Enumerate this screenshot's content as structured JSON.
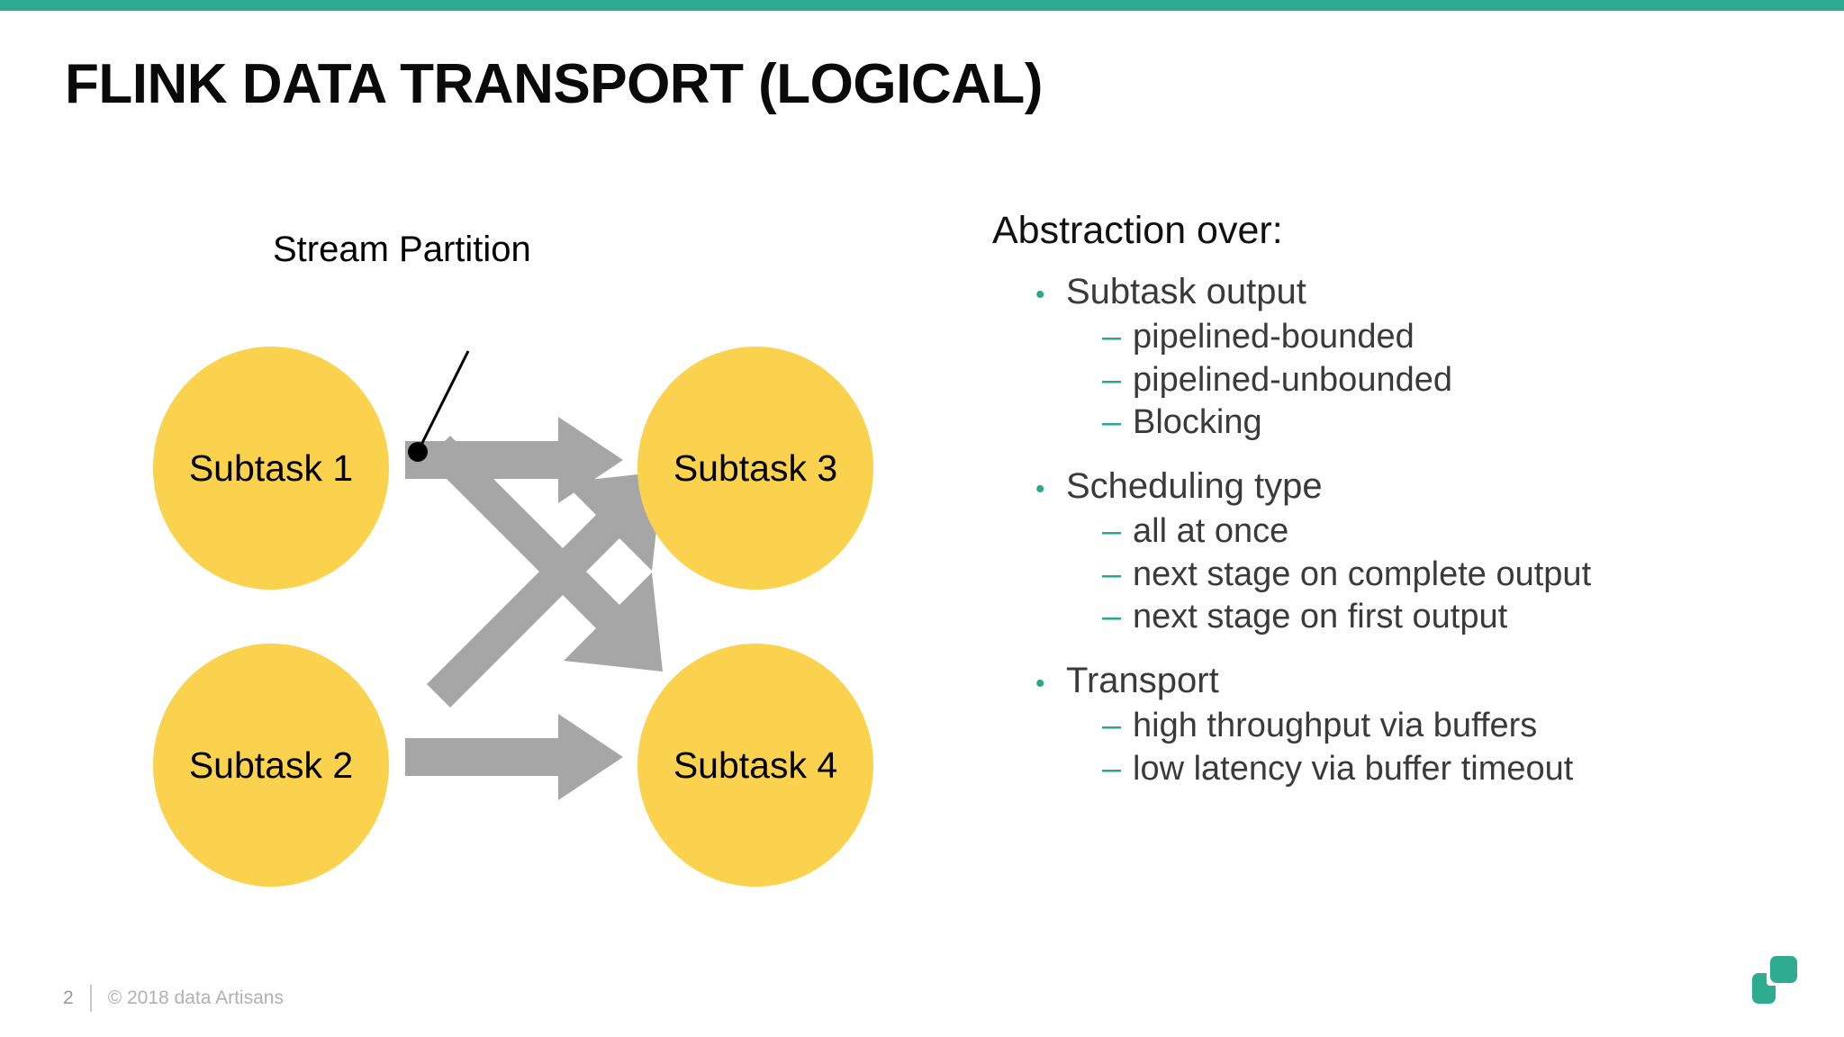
{
  "theme": {
    "accent_green": "#2fab90",
    "bullet_green": "#2ba888",
    "node_yellow": "#fbd24e",
    "arrow_gray": "#a6a6a6",
    "title_color": "#0a0a0a",
    "body_text_color": "#3a3a3a",
    "footer_color": "#b0b0b0",
    "background": "#ffffff"
  },
  "title": "FLINK DATA TRANSPORT (LOGICAL)",
  "diagram": {
    "callout_label": "Stream Partition",
    "nodes": [
      {
        "id": "subtask-1",
        "label": "Subtask 1"
      },
      {
        "id": "subtask-3",
        "label": "Subtask 3"
      },
      {
        "id": "subtask-2",
        "label": "Subtask 2"
      },
      {
        "id": "subtask-4",
        "label": "Subtask 4"
      }
    ],
    "edges": [
      {
        "from": "subtask-1",
        "to": "subtask-3",
        "kind": "straight"
      },
      {
        "from": "subtask-2",
        "to": "subtask-4",
        "kind": "straight"
      },
      {
        "from": "subtask-1",
        "to": "subtask-4",
        "kind": "diagonal"
      },
      {
        "from": "subtask-2",
        "to": "subtask-3",
        "kind": "diagonal"
      }
    ]
  },
  "bullets": {
    "heading": "Abstraction over:",
    "groups": [
      {
        "label": "Subtask output",
        "children": [
          "pipelined-bounded",
          "pipelined-unbounded",
          "Blocking"
        ]
      },
      {
        "label": "Scheduling type",
        "children": [
          "all at once",
          "next stage on complete output",
          "next stage on first output"
        ]
      },
      {
        "label": "Transport",
        "children": [
          "high throughput via buffers",
          "low latency via buffer timeout"
        ]
      }
    ],
    "lvl1_marker": "•",
    "lvl2_marker": "–"
  },
  "footer": {
    "page_number": "2",
    "copyright": "© 2018 data Artisans"
  }
}
